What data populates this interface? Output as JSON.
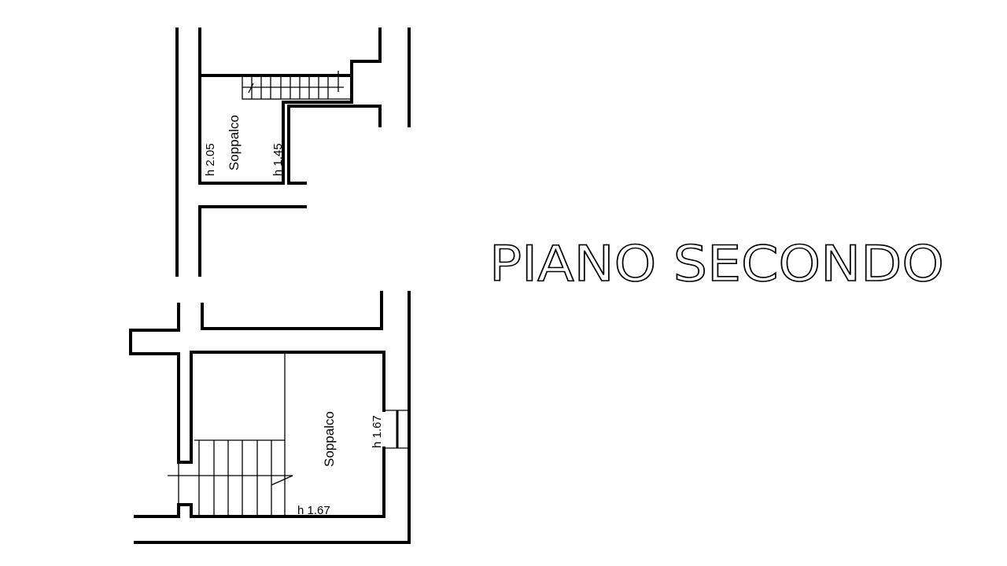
{
  "title": "PIANO SECONDO",
  "upper_plan": {
    "room_label": "Soppalco",
    "height_left": "h 2.05",
    "height_right": "h 1.45"
  },
  "lower_plan": {
    "room_label": "Soppalco",
    "height_right": "h 1.67",
    "height_bottom": "h 1.67"
  }
}
